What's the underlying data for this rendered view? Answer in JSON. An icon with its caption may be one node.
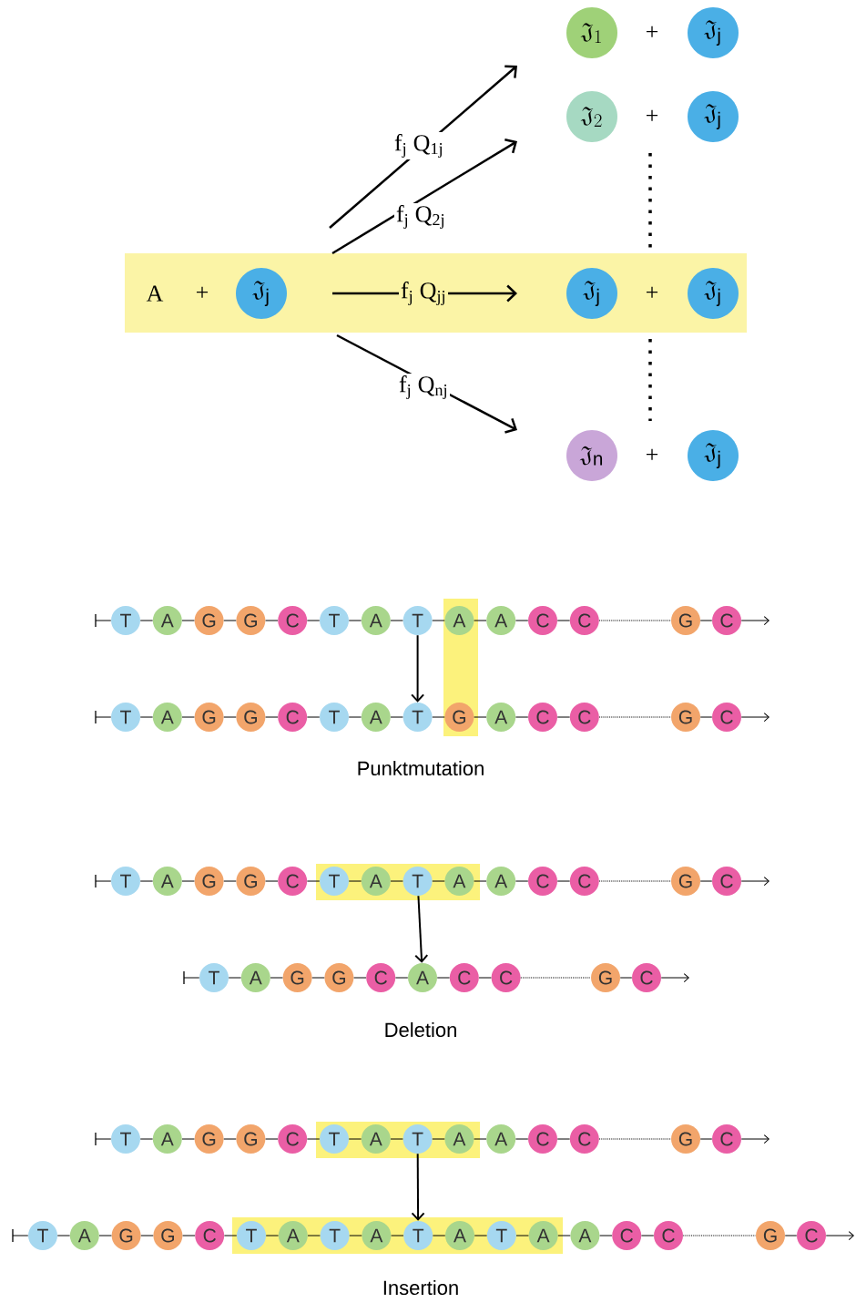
{
  "diagram": {
    "nodes": [
      {
        "text": [
          "\\mathfrak{J}_{1}"
        ]
      },
      {
        "text": [
          "\\mathfrak{J}_{\\mathrm{j}}"
        ]
      },
      {
        "text": [
          "\\mathfrak{J}_{2}"
        ]
      },
      {
        "text": [
          "\\mathfrak{J}_{\\mathrm{j}}"
        ]
      },
      {
        "text": [],
        "shape": "bar"
      },
      {
        "text": [
          "\\mathfrak{J}_{\\mathrm{j}}"
        ],
        "in": 4
      },
      {
        "text": [
          "\\mathfrak{J}_{\\mathrm{j}}"
        ],
        "in": 4
      },
      {
        "text": [
          "\\mathfrak{J}_{\\mathrm{j}}"
        ],
        "in": 4
      },
      {
        "text": [
          "\\mathfrak{J}_{\\mathrm{n}}"
        ]
      },
      {
        "text": [
          "\\mathfrak{J}_{\\mathrm{j}}"
        ]
      },
      {
        "text": [
          "T"
        ]
      },
      {
        "text": [
          "A"
        ]
      },
      {
        "text": [
          "G"
        ]
      },
      {
        "text": [
          "G"
        ]
      },
      {
        "text": [
          "C"
        ]
      },
      {
        "text": [
          "T"
        ]
      },
      {
        "text": [
          "A"
        ]
      },
      {
        "text": [
          "T"
        ]
      },
      {
        "text": [
          "A"
        ]
      },
      {
        "text": [
          "A"
        ]
      },
      {
        "text": [
          "C"
        ]
      },
      {
        "text": [
          "C"
        ]
      },
      {
        "text": [
          "G"
        ]
      },
      {
        "text": [
          "C"
        ]
      },
      {
        "text": [
          "T"
        ]
      },
      {
        "text": [
          "A"
        ]
      },
      {
        "text": [
          "G"
        ]
      },
      {
        "text": [
          "G"
        ]
      },
      {
        "text": [
          "C"
        ]
      },
      {
        "text": [
          "T"
        ]
      },
      {
        "text": [
          "A"
        ]
      },
      {
        "text": [
          "T"
        ]
      },
      {
        "text": [
          "G"
        ]
      },
      {
        "text": [
          "A"
        ]
      },
      {
        "text": [
          "C"
        ]
      },
      {
        "text": [
          "C"
        ]
      },
      {
        "text": [
          "G"
        ]
      },
      {
        "text": [
          "C"
        ]
      },
      {
        "text": [
          "T"
        ]
      },
      {
        "text": [
          "A"
        ]
      },
      {
        "text": [
          "G"
        ]
      },
      {
        "text": [
          "G"
        ]
      },
      {
        "text": [
          "C"
        ]
      },
      {
        "text": [
          "T"
        ]
      },
      {
        "text": [
          "A"
        ]
      },
      {
        "text": [
          "T"
        ]
      },
      {
        "text": [
          "A"
        ]
      },
      {
        "text": [
          "A"
        ]
      },
      {
        "text": [
          "C"
        ]
      },
      {
        "text": [
          "C"
        ]
      },
      {
        "text": [
          "G"
        ]
      },
      {
        "text": [
          "C"
        ]
      },
      {
        "text": [
          "T"
        ]
      },
      {
        "text": [
          "A"
        ]
      },
      {
        "text": [
          "G"
        ]
      },
      {
        "text": [
          "G"
        ]
      },
      {
        "text": [
          "C"
        ]
      },
      {
        "text": [
          "A"
        ]
      },
      {
        "text": [
          "C"
        ]
      },
      {
        "text": [
          "C"
        ]
      },
      {
        "text": [
          "G"
        ]
      },
      {
        "text": [
          "C"
        ]
      },
      {
        "text": [
          "T"
        ]
      },
      {
        "text": [
          "A"
        ]
      },
      {
        "text": [
          "G"
        ]
      },
      {
        "text": [
          "G"
        ]
      },
      {
        "text": [
          "C"
        ]
      },
      {
        "text": [
          "T"
        ]
      },
      {
        "text": [
          "A"
        ]
      },
      {
        "text": [
          "T"
        ]
      },
      {
        "text": [
          "A"
        ]
      },
      {
        "text": [
          "A"
        ]
      },
      {
        "text": [
          "C"
        ]
      },
      {
        "text": [
          "C"
        ]
      },
      {
        "text": [
          "G"
        ]
      },
      {
        "text": [
          "C"
        ]
      },
      {
        "text": [
          "T"
        ]
      },
      {
        "text": [
          "A"
        ]
      },
      {
        "text": [
          "G"
        ]
      },
      {
        "text": [
          "G"
        ]
      },
      {
        "text": [
          "C"
        ]
      },
      {
        "text": [
          "T"
        ]
      },
      {
        "text": [
          "A"
        ]
      },
      {
        "text": [
          "T"
        ]
      },
      {
        "text": [
          "A"
        ]
      },
      {
        "text": [
          "T"
        ]
      },
      {
        "text": [
          "A"
        ]
      },
      {
        "text": [
          "T"
        ]
      },
      {
        "text": [
          "A"
        ]
      },
      {
        "text": [
          "A"
        ]
      },
      {
        "text": [
          "C"
        ]
      },
      {
        "text": [
          "C"
        ]
      },
      {
        "text": [
          "G"
        ]
      },
      {
        "text": [
          "C"
        ]
      }
    ],
    "edges": [
      {
        "from": 5,
        "to": 0,
        "arrow": "to",
        "label": "f$_{j}$ Q$_{1j}$"
      },
      {
        "from": 5,
        "to": 2,
        "arrow": "to",
        "label": "f$_{j}$ Q$_{2j}$"
      },
      {
        "from": 5,
        "to": 6,
        "arrow": "to",
        "label": "f$_{j}$ Q$_{jj}$"
      },
      {
        "from": 5,
        "to": 8,
        "arrow": "to",
        "label": "f$_{j}$ Q$_{nj}$"
      },
      {
        "from": null,
        "to": 10,
        "arrow": "none"
      },
      {
        "from": 10,
        "to": 11,
        "arrow": "none"
      },
      {
        "from": 11,
        "to": 12,
        "arrow": "none"
      },
      {
        "from": 12,
        "to": 13,
        "arrow": "none"
      },
      {
        "from": 13,
        "to": 14,
        "arrow": "none"
      },
      {
        "from": 14,
        "to": 15,
        "arrow": "none"
      },
      {
        "from": 15,
        "to": 16,
        "arrow": "none"
      },
      {
        "from": 16,
        "to": 17,
        "arrow": "none"
      },
      {
        "from": 17,
        "to": 18,
        "arrow": "none"
      },
      {
        "from": 18,
        "to": 19,
        "arrow": "none"
      },
      {
        "from": 19,
        "to": 20,
        "arrow": "none"
      },
      {
        "from": 20,
        "to": 21,
        "arrow": "none"
      },
      {
        "from": 21,
        "to": 22,
        "arrow": "none",
        "style": "dashed"
      },
      {
        "from": 22,
        "to": 23,
        "arrow": "none"
      },
      {
        "from": 23,
        "to": null,
        "arrow": "to"
      },
      {
        "from": null,
        "to": 24,
        "arrow": "none"
      },
      {
        "from": 24,
        "to": 25,
        "arrow": "none"
      },
      {
        "from": 25,
        "to": 26,
        "arrow": "none"
      },
      {
        "from": 26,
        "to": 27,
        "arrow": "none"
      },
      {
        "from": 27,
        "to": 28,
        "arrow": "none"
      },
      {
        "from": 28,
        "to": 29,
        "arrow": "none"
      },
      {
        "from": 29,
        "to": 30,
        "arrow": "none"
      },
      {
        "from": 30,
        "to": 31,
        "arrow": "none"
      },
      {
        "from": 31,
        "to": 32,
        "arrow": "none"
      },
      {
        "from": 32,
        "to": 33,
        "arrow": "none"
      },
      {
        "from": 33,
        "to": 34,
        "arrow": "none"
      },
      {
        "from": 34,
        "to": 35,
        "arrow": "none"
      },
      {
        "from": 35,
        "to": 36,
        "arrow": "none",
        "style": "dashed"
      },
      {
        "from": 36,
        "to": 37,
        "arrow": "none"
      },
      {
        "from": 37,
        "to": null,
        "arrow": "to"
      },
      {
        "from": null,
        "to": 38,
        "arrow": "none"
      },
      {
        "from": 38,
        "to": 39,
        "arrow": "none"
      },
      {
        "from": 39,
        "to": 40,
        "arrow": "none"
      },
      {
        "from": 40,
        "to": 41,
        "arrow": "none"
      },
      {
        "from": 41,
        "to": 42,
        "arrow": "none"
      },
      {
        "from": 42,
        "to": 43,
        "arrow": "none"
      },
      {
        "from": 43,
        "to": 44,
        "arrow": "none"
      },
      {
        "from": 44,
        "to": 45,
        "arrow": "none"
      },
      {
        "from": 45,
        "to": 46,
        "arrow": "none"
      },
      {
        "from": 46,
        "to": 47,
        "arrow": "none"
      },
      {
        "from": 47,
        "to": 48,
        "arrow": "none"
      },
      {
        "from": 48,
        "to": 49,
        "arrow": "none"
      },
      {
        "from": 49,
        "to": 50,
        "arrow": "none",
        "style": "dashed"
      },
      {
        "from": 50,
        "to": 51,
        "arrow": "none"
      },
      {
        "from": 51,
        "to": null,
        "arrow": "to"
      },
      {
        "from": null,
        "to": 52,
        "arrow": "none"
      },
      {
        "from": 52,
        "to": 53,
        "arrow": "none"
      },
      {
        "from": 53,
        "to": 54,
        "arrow": "none"
      },
      {
        "from": 54,
        "to": 55,
        "arrow": "none"
      },
      {
        "from": 55,
        "to": 56,
        "arrow": "none"
      },
      {
        "from": 56,
        "to": 57,
        "arrow": "none"
      },
      {
        "from": 57,
        "to": 58,
        "arrow": "none"
      },
      {
        "from": 58,
        "to": 59,
        "arrow": "none"
      },
      {
        "from": 59,
        "to": 60,
        "arrow": "none",
        "style": "dashed"
      },
      {
        "from": 60,
        "to": 61,
        "arrow": "none"
      },
      {
        "from": 61,
        "to": null,
        "arrow": "to"
      },
      {
        "from": null,
        "to": 62,
        "arrow": "none"
      },
      {
        "from": 62,
        "to": 63,
        "arrow": "none"
      },
      {
        "from": 63,
        "to": 64,
        "arrow": "none"
      },
      {
        "from": 64,
        "to": 65,
        "arrow": "none"
      },
      {
        "from": 65,
        "to": 66,
        "arrow": "none"
      },
      {
        "from": 66,
        "to": 67,
        "arrow": "none"
      },
      {
        "from": 67,
        "to": 68,
        "arrow": "none"
      },
      {
        "from": 68,
        "to": 69,
        "arrow": "none"
      },
      {
        "from": 69,
        "to": 70,
        "arrow": "none"
      },
      {
        "from": 70,
        "to": 71,
        "arrow": "none"
      },
      {
        "from": 71,
        "to": 72,
        "arrow": "none"
      },
      {
        "from": 72,
        "to": 73,
        "arrow": "none"
      },
      {
        "from": 73,
        "to": 74,
        "arrow": "none",
        "style": "dashed"
      },
      {
        "from": 74,
        "to": 75,
        "arrow": "none"
      },
      {
        "from": 75,
        "to": null,
        "arrow": "to"
      },
      {
        "from": null,
        "to": 76,
        "arrow": "none"
      },
      {
        "from": 76,
        "to": 77,
        "arrow": "none"
      },
      {
        "from": 77,
        "to": 78,
        "arrow": "none"
      },
      {
        "from": 78,
        "to": 79,
        "arrow": "none"
      },
      {
        "from": 79,
        "to": 80,
        "arrow": "none"
      },
      {
        "from": 80,
        "to": 81,
        "arrow": "none"
      },
      {
        "from": 81,
        "to": 82,
        "arrow": "none"
      },
      {
        "from": 82,
        "to": 83,
        "arrow": "none"
      },
      {
        "from": 83,
        "to": 84,
        "arrow": "none"
      },
      {
        "from": 84,
        "to": 85,
        "arrow": "none"
      },
      {
        "from": 85,
        "to": 86,
        "arrow": "none"
      },
      {
        "from": 86,
        "to": 87,
        "arrow": "none"
      },
      {
        "from": 87,
        "to": 88,
        "arrow": "none"
      },
      {
        "from": 88,
        "to": 89,
        "arrow": "none"
      },
      {
        "from": 89,
        "to": 90,
        "arrow": "none"
      },
      {
        "from": 90,
        "to": 91,
        "arrow": "none"
      },
      {
        "from": 91,
        "to": 92,
        "arrow": "none",
        "style": "dashed"
      },
      {
        "from": 92,
        "to": 93,
        "arrow": "none"
      },
      {
        "from": 93,
        "to": null,
        "arrow": "to"
      },
      {
        "from": 17,
        "to": 31,
        "arrow": "to"
      },
      {
        "from": 45,
        "to": 57,
        "arrow": "to"
      },
      {
        "from": 69,
        "to": 85,
        "arrow": "to"
      }
    ],
    "labels": [
      "+",
      "+",
      "A",
      "+",
      "+",
      "+",
      "Punktmutation",
      "Deletion",
      "Insertion"
    ]
  }
}
